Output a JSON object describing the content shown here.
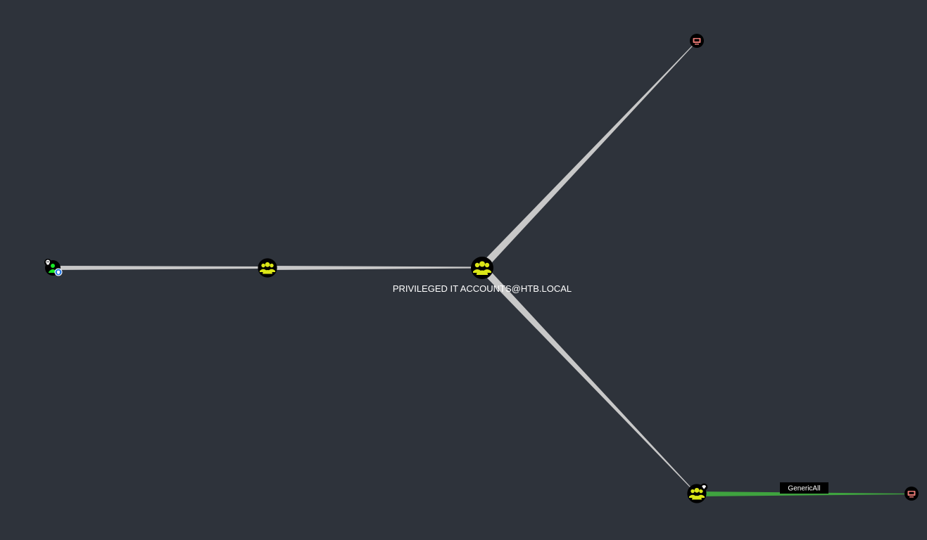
{
  "graph": {
    "nodes": [
      {
        "id": "user-node",
        "type": "user",
        "icon": "user-icon",
        "badges": [
          "skull-icon",
          "shield-icon"
        ],
        "label": ""
      },
      {
        "id": "group-node-1",
        "type": "group",
        "icon": "group-icon",
        "label": ""
      },
      {
        "id": "group-node-privileged",
        "type": "group",
        "icon": "group-icon",
        "label": "PRIVILEGED IT ACCOUNTS@HTB.LOCAL"
      },
      {
        "id": "computer-node-top",
        "type": "computer",
        "icon": "computer-icon",
        "label": ""
      },
      {
        "id": "group-node-bottom",
        "type": "group",
        "icon": "group-icon",
        "badges": [
          "diamond-icon"
        ],
        "label": ""
      },
      {
        "id": "computer-node-bottom",
        "type": "computer",
        "icon": "computer-icon",
        "label": ""
      }
    ],
    "edges": [
      {
        "from": "user-node",
        "to": "group-node-1",
        "label": ""
      },
      {
        "from": "group-node-1",
        "to": "group-node-privileged",
        "label": ""
      },
      {
        "from": "group-node-privileged",
        "to": "computer-node-top",
        "label": ""
      },
      {
        "from": "group-node-privileged",
        "to": "group-node-bottom",
        "label": ""
      },
      {
        "from": "group-node-bottom",
        "to": "computer-node-bottom",
        "label": "GenericAll",
        "highlight": true
      }
    ]
  },
  "colors": {
    "background": "#2e333b",
    "edge": "#c8c8c8",
    "edge_highlight": "#3fa33f",
    "group_fill": "#dbe617",
    "user_fill": "#17e625",
    "computer_fill": "#e67873",
    "node_ring": "#000000"
  }
}
